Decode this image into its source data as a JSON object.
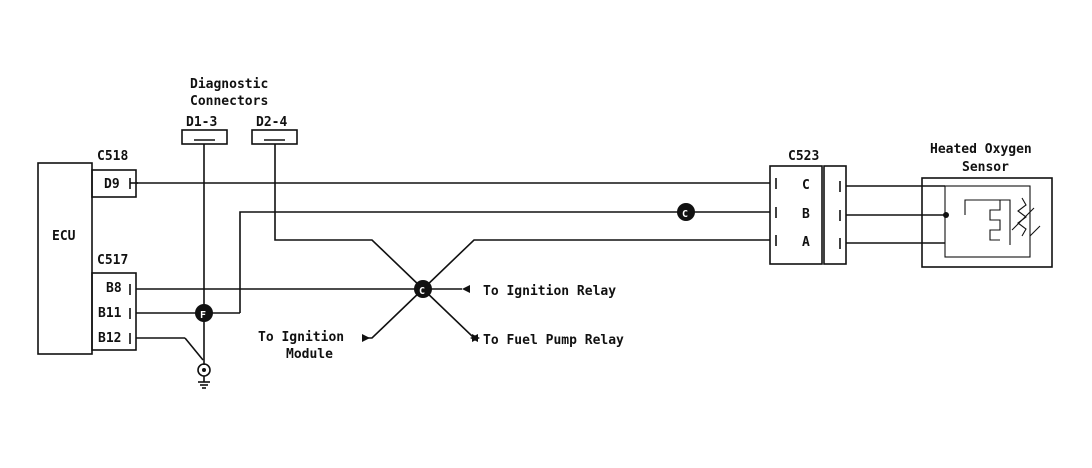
{
  "diagram": {
    "diagnostic_title_1": "Diagnostic",
    "diagnostic_title_2": "Connectors",
    "diag_conn_1": "D1-3",
    "diag_conn_2": "D2-4",
    "ecu": "ECU",
    "c518": "C518",
    "c517": "C517",
    "pin_d9": "D9",
    "pin_b8": "B8",
    "pin_b11": "B11",
    "pin_b12": "B12",
    "c523": "C523",
    "pin_c": "C",
    "pin_b": "B",
    "pin_a": "A",
    "sensor_1": "Heated Oxygen",
    "sensor_2": "Sensor",
    "to_ignition_relay": "To Ignition Relay",
    "to_fuel_pump_relay": "To Fuel Pump Relay",
    "to_ignition_module_1": "To Ignition",
    "to_ignition_module_2": "Module",
    "splice_f": "F",
    "splice_c1": "C",
    "splice_c2": "C"
  }
}
